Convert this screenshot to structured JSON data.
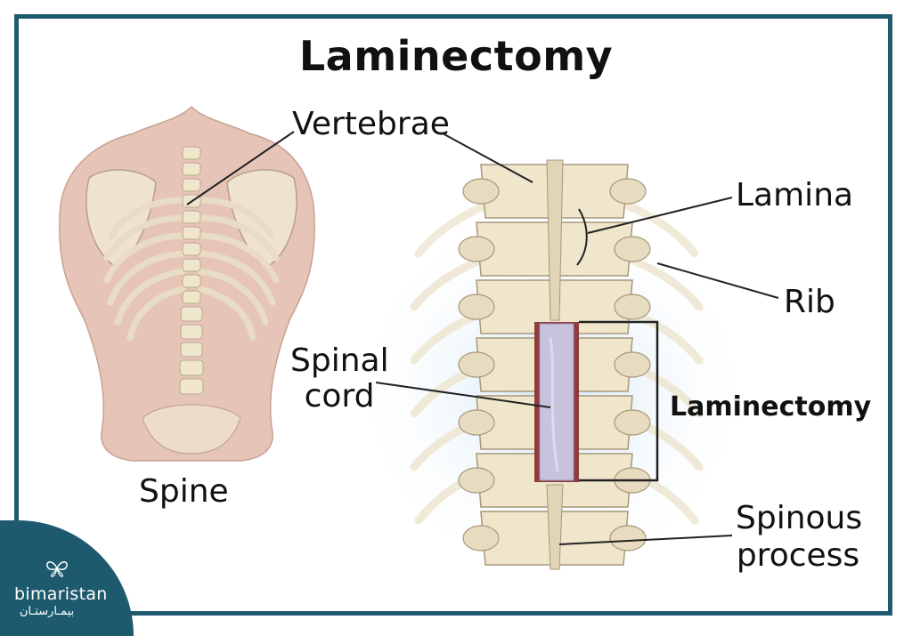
{
  "title": "Laminectomy",
  "labels": {
    "vertebrae": "Vertebrae",
    "lamina": "Lamina",
    "rib": "Rib",
    "spinal_cord_line1": "Spinal",
    "spinal_cord_line2": "cord",
    "laminectomy": "Laminectomy",
    "spine": "Spine",
    "spinous_line1": "Spinous",
    "spinous_line2": "process"
  },
  "logo": {
    "name": "bimaristan",
    "arabic": "بيمـارستـان",
    "icon": "butterfly-icon"
  },
  "colors": {
    "frame": "#1e5a6e",
    "skin": "#e6c5b8",
    "bone": "#efe6cc",
    "cord": "#c8c2dc",
    "text": "#111111"
  }
}
